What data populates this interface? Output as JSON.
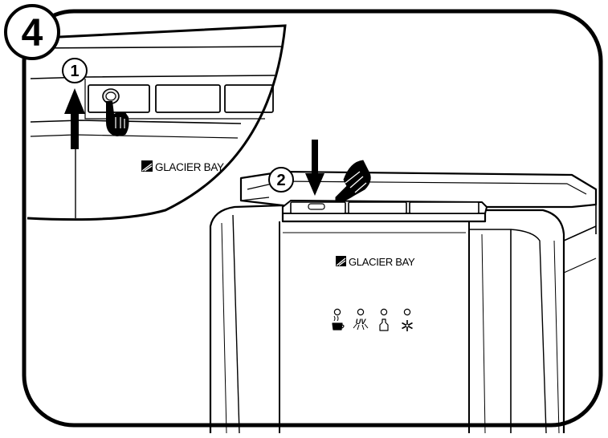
{
  "step": {
    "number": "4"
  },
  "callouts": [
    {
      "number": "1",
      "action": "lift-lid"
    },
    {
      "number": "2",
      "action": "press-button"
    }
  ],
  "brand": {
    "name": "GLACIER BAY"
  },
  "indicators": [
    {
      "name": "hot-water",
      "icon": "cup-icon"
    },
    {
      "name": "uv-sterilization",
      "icon": "uv-icon",
      "text": "UV"
    },
    {
      "name": "bottle",
      "icon": "bottle-icon"
    },
    {
      "name": "cold-water",
      "icon": "snowflake-icon"
    }
  ],
  "colors": {
    "line": "#000000",
    "background": "#ffffff",
    "shade": "#e6e6e6"
  }
}
